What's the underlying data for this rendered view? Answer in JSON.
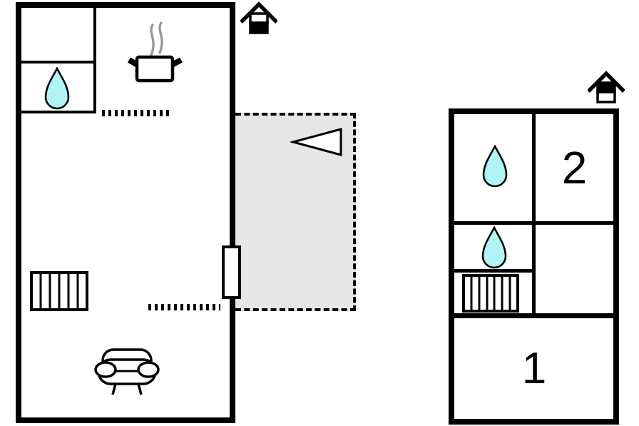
{
  "colors": {
    "wall": "#000000",
    "water_drop": "#b0f4f6",
    "terrace_fill": "#e6e6e6",
    "steam": "#999999",
    "paper": "#ffffff"
  },
  "ground_floor": {
    "id": "ground-floor",
    "house_icon": "house-lower-level-filled-icon",
    "features": [
      "water-drop-room",
      "kitchen-cooking-pot",
      "open-plan-dotted-divider-upper",
      "open-plan-dotted-divider-lower",
      "stairs",
      "sofa",
      "door-to-terrace",
      "terrace-dashed-outline",
      "entrance-arrow-pointing-left"
    ]
  },
  "first_floor": {
    "id": "first-floor",
    "house_icon": "house-upper-level-filled-icon",
    "rooms": {
      "bedroom_2": {
        "label": "2"
      },
      "bedroom_1": {
        "label": "1"
      }
    },
    "features": [
      "water-drop-room-top",
      "water-drop-room-middle",
      "stairs"
    ]
  }
}
